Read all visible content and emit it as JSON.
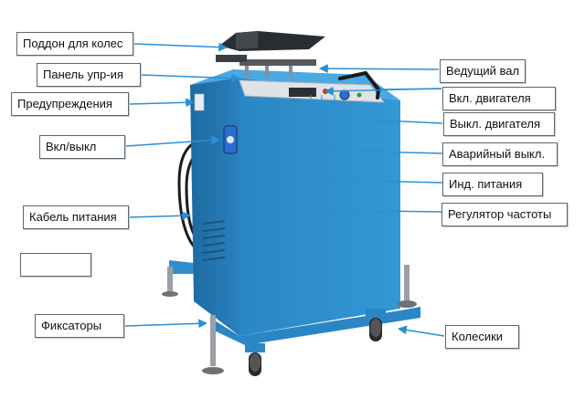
{
  "labels": {
    "pan": "Поддон для колес",
    "panel": "Панель упр-ия",
    "warnings": "Предупреждения",
    "onoff": "Вкл/выкл",
    "cable": "Кабель питания",
    "blank": "",
    "locks": "Фиксаторы",
    "shaft": "Ведущий вал",
    "motor_on": "Вкл. двигателя",
    "motor_off": "Выкл. двигателя",
    "emergency": "Аварийный выкл.",
    "power_ind": "Инд. питания",
    "freq": "Регулятор частоты",
    "wheels": "Колесики"
  },
  "colors": {
    "body": "#2f8fcd",
    "body_dark": "#1f6ea5",
    "arrow": "#2a8fd6",
    "dark": "#222222",
    "steel": "#8a8e92"
  }
}
